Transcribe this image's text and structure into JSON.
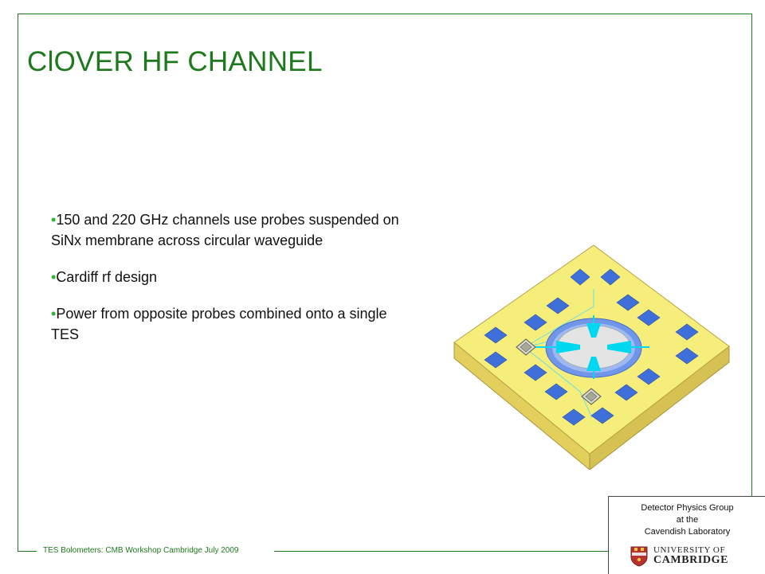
{
  "slide": {
    "title": "ClOVER HF CHANNEL",
    "bullets": [
      "150 and 220 GHz channels use probes suspended on SiNx membrane across circular waveguide",
      "Cardiff rf design",
      "Power from opposite probes combined onto a single TES"
    ],
    "bullet_glyph": "•"
  },
  "footer": {
    "text": "TES Bolometers: CMB Workshop Cambridge July 2009"
  },
  "logo": {
    "group_line1": "Detector Physics Group",
    "group_line2": "at  the",
    "group_line3": "Cavendish Laboratory",
    "uni_line1": "UNIVERSITY OF",
    "uni_line2": "CAMBRIDGE"
  },
  "colors": {
    "title": "#1c7a1c",
    "frame": "#1c7a1c",
    "bullet": "#2db52d",
    "chip_top": "#f6ee7a",
    "chip_side": "#e2cf5c",
    "pad": "#3f6fd8",
    "probe": "#00d8f0",
    "ring": "#6f96e8",
    "membrane": "#e4e4e4",
    "crest": "#b83030"
  },
  "icons": {
    "diagram": "detector-chip-diagram",
    "crest": "cambridge-crest-icon"
  }
}
